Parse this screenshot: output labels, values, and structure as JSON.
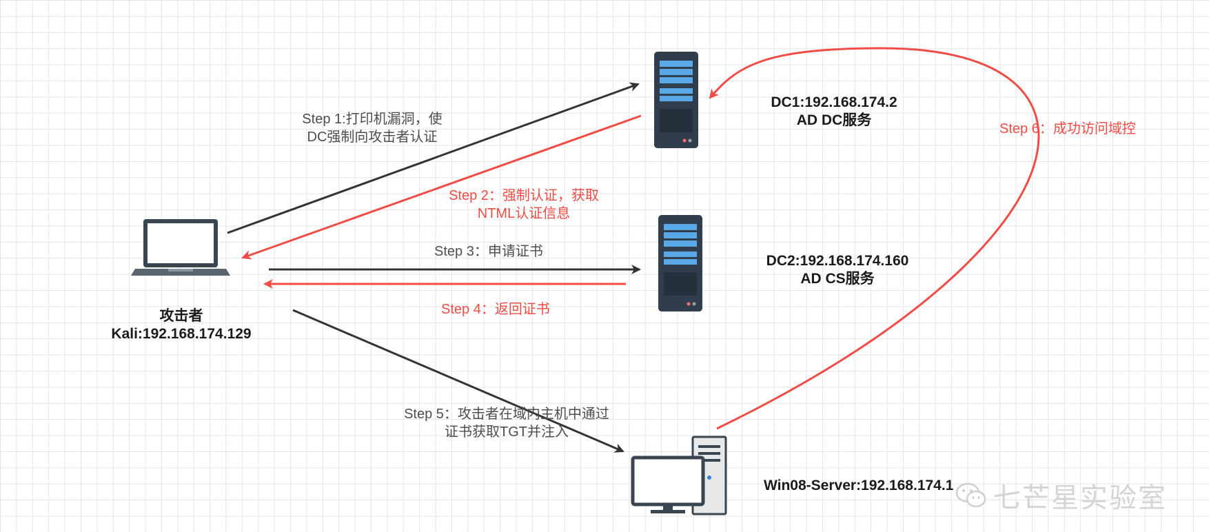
{
  "nodes": {
    "attacker": {
      "line1": "攻击者",
      "line2": "Kali:192.168.174.129"
    },
    "dc1": {
      "line1": "DC1:192.168.174.2",
      "line2": "AD DC服务"
    },
    "dc2": {
      "line1": "DC2:192.168.174.160",
      "line2": "AD CS服务"
    },
    "win08": {
      "line1": "Win08-Server:192.168.174.1"
    }
  },
  "steps": {
    "s1": {
      "line1": "Step 1:打印机漏洞，使",
      "line2": "DC强制向攻击者认证"
    },
    "s2": {
      "line1": "Step 2：强制认证，获取",
      "line2": "NTML认证信息"
    },
    "s3": {
      "line1": "Step 3：申请证书"
    },
    "s4": {
      "line1": "Step 4：返回证书"
    },
    "s5": {
      "line1": "Step 5：攻击者在域内主机中通过",
      "line2": "证书获取TGT并注入"
    },
    "s6": {
      "line1": "Step 6：成功访问域控"
    }
  },
  "watermark": {
    "text": "七芒星实验室"
  },
  "colors": {
    "black_arrow": "#333333",
    "red_arrow": "#f04b45",
    "server_body": "#2f3d4c",
    "server_slot": "#5aa9e6"
  }
}
